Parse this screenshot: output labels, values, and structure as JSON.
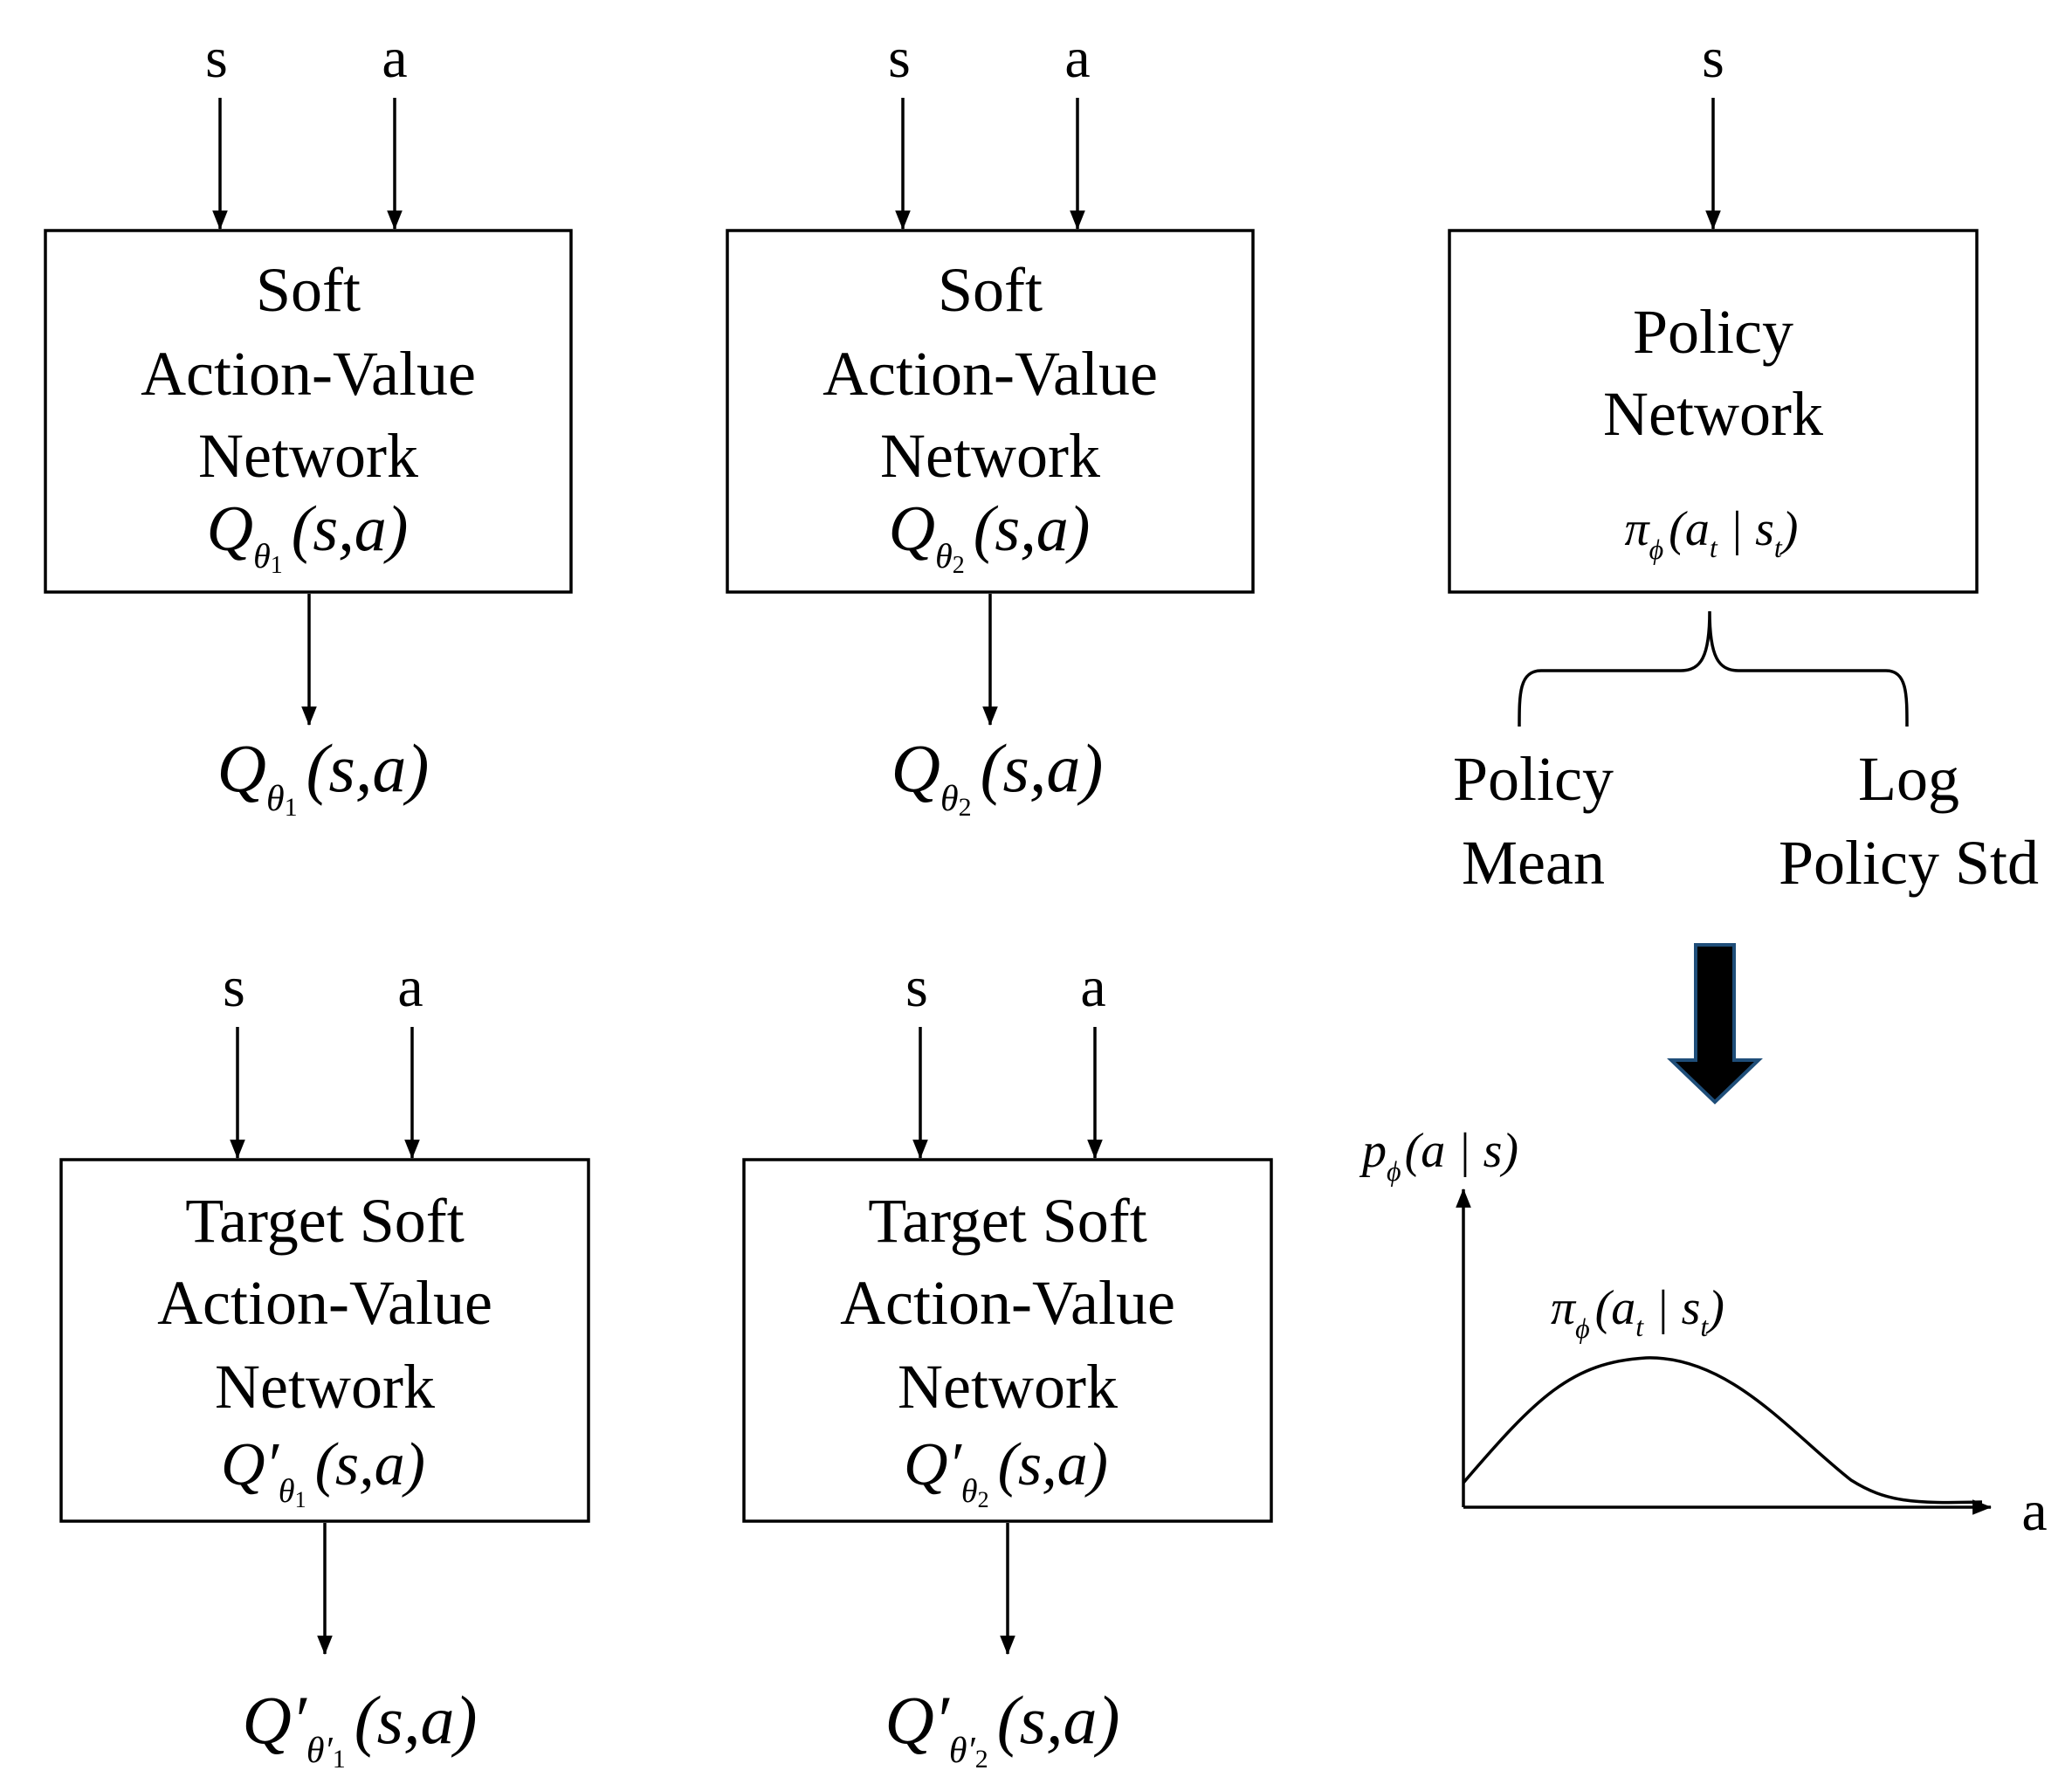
{
  "inputs": {
    "state": "s",
    "action": "a"
  },
  "critic1": {
    "title": [
      "Soft",
      "Action-Value",
      "Network"
    ],
    "formula": {
      "symbol": "Q",
      "sub": "θ",
      "subIndex": "1",
      "args": "(s,a)"
    },
    "output": {
      "symbol": "Q",
      "sub": "θ",
      "subIndex": "1",
      "args": "(s,a)"
    }
  },
  "critic2": {
    "title": [
      "Soft",
      "Action-Value",
      "Network"
    ],
    "formula": {
      "symbol": "Q",
      "sub": "θ",
      "subIndex": "2",
      "args": "(s,a)"
    },
    "output": {
      "symbol": "Q",
      "sub": "θ",
      "subIndex": "2",
      "args": "(s,a)"
    }
  },
  "target1": {
    "title": [
      "Target Soft",
      "Action-Value",
      "Network"
    ],
    "formula": {
      "symbol": "Q′",
      "sub": "θ",
      "subIndex": "1",
      "args": "(s,a)"
    },
    "output": {
      "symbol": "Q′",
      "sub": "θ′",
      "subIndex": "1",
      "args": "(s,a)"
    }
  },
  "target2": {
    "title": [
      "Target Soft",
      "Action-Value",
      "Network"
    ],
    "formula": {
      "symbol": "Q′",
      "sub": "θ",
      "subIndex": "2",
      "args": "(s,a)"
    },
    "output": {
      "symbol": "Q′",
      "sub": "θ′",
      "subIndex": "2",
      "args": "(s,a)"
    }
  },
  "policy": {
    "title": [
      "Policy",
      "Network"
    ],
    "formula": {
      "symbol": "π",
      "sub": "ϕ",
      "args_open": "(",
      "a": "a",
      "a_sub": "t",
      "bar": " | ",
      "s": "s",
      "s_sub": "t",
      "args_close": ")"
    },
    "outputs": {
      "mean": [
        "Policy",
        "Mean"
      ],
      "logstd": [
        "Log",
        "Policy Std"
      ]
    }
  },
  "distribution": {
    "ylabel": {
      "symbol": "p",
      "sub": "ϕ",
      "args": "(a | s)"
    },
    "curve_label": {
      "symbol": "π",
      "sub": "ϕ",
      "args_open": "(",
      "a": "a",
      "a_sub": "t",
      "bar": " | ",
      "s": "s",
      "s_sub": "t",
      "args_close": ")"
    },
    "xlabel": "a"
  },
  "colors": {
    "stroke": "#000000",
    "arrow_fill": "#000000",
    "arrow_outline": "#1f4e79"
  }
}
